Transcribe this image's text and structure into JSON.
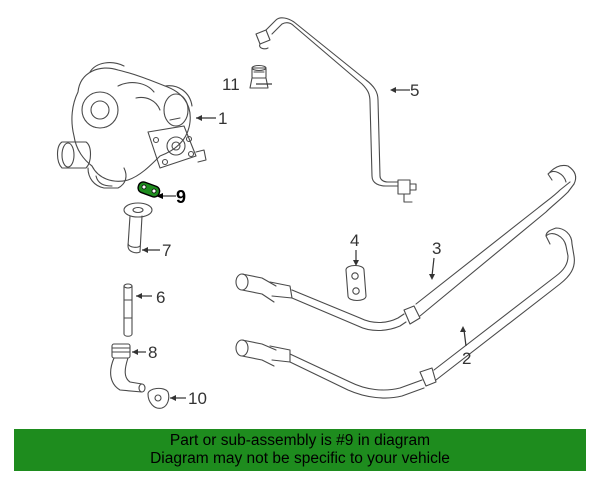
{
  "callouts": {
    "part_1": "1",
    "part_2": "2",
    "part_3": "3",
    "part_4": "4",
    "part_5": "5",
    "part_6": "6",
    "part_7": "7",
    "part_8": "8",
    "part_9": "9",
    "part_10": "10",
    "part_11": "11"
  },
  "highlighted_part": "9",
  "colors": {
    "highlight": "#1e8c1e",
    "banner_background": "#1e8c1e",
    "line_art": "#4a4a4a",
    "text": "#000000"
  },
  "notice": {
    "line1": "Part or sub-assembly is #9 in diagram",
    "line2": "Diagram may not be specific to your vehicle"
  }
}
